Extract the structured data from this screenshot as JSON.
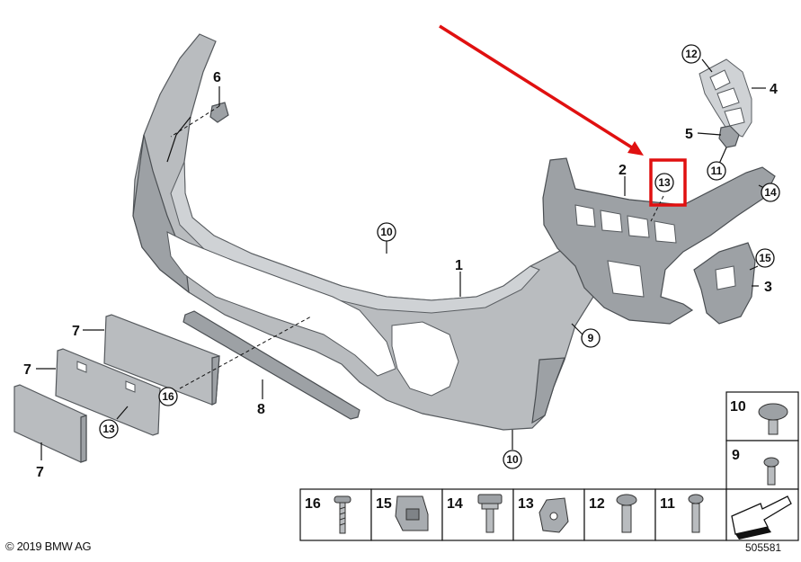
{
  "callouts": {
    "p1": "1",
    "p2": "2",
    "p3": "3",
    "p4": "4",
    "p5": "5",
    "p6": "6",
    "p7a": "7",
    "p7b": "7",
    "p7c": "7",
    "p8": "8",
    "c9": "9",
    "c10a": "10",
    "c10b": "10",
    "c11": "11",
    "c12": "12",
    "c13a": "13",
    "c13b": "13",
    "c14": "14",
    "c15": "15",
    "c16": "16"
  },
  "legend": {
    "fasteners": [
      "16",
      "15",
      "14",
      "13",
      "12",
      "11"
    ],
    "side": [
      "10",
      "9"
    ]
  },
  "highlight_color": "#e01010",
  "footer": {
    "copyright": "© 2019 BMW AG",
    "doc_number": "505581"
  }
}
